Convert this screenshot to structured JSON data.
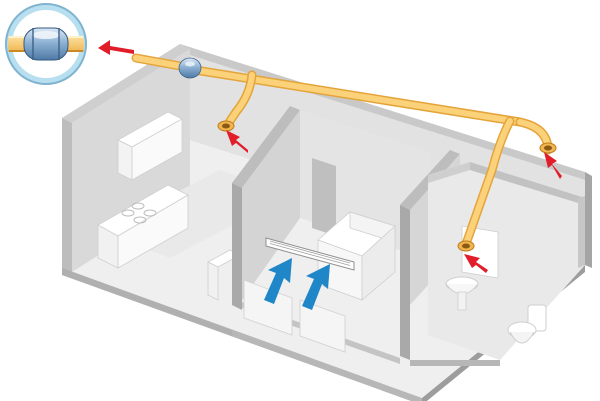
{
  "diagram": {
    "subject": "apartment-exhaust-ventilation",
    "rooms": [
      "kitchen",
      "bedroom",
      "bathroom",
      "storage"
    ],
    "colors": {
      "duct": "#f7c869",
      "duct_edge": "#e4a43a",
      "extract_arrow": "#e21d2a",
      "supply_arrow": "#1f86c8",
      "floor": "#e6e6e6",
      "wall_top": "#cfcfcf",
      "wall_face": "#dcdcdc",
      "inset_ring": "#b8dff0",
      "fan_body": "#7a9fc2"
    },
    "icons": [
      "extract-arrow-icon",
      "supply-arrow-icon",
      "fan-icon",
      "exhaust-valve-icon"
    ]
  }
}
